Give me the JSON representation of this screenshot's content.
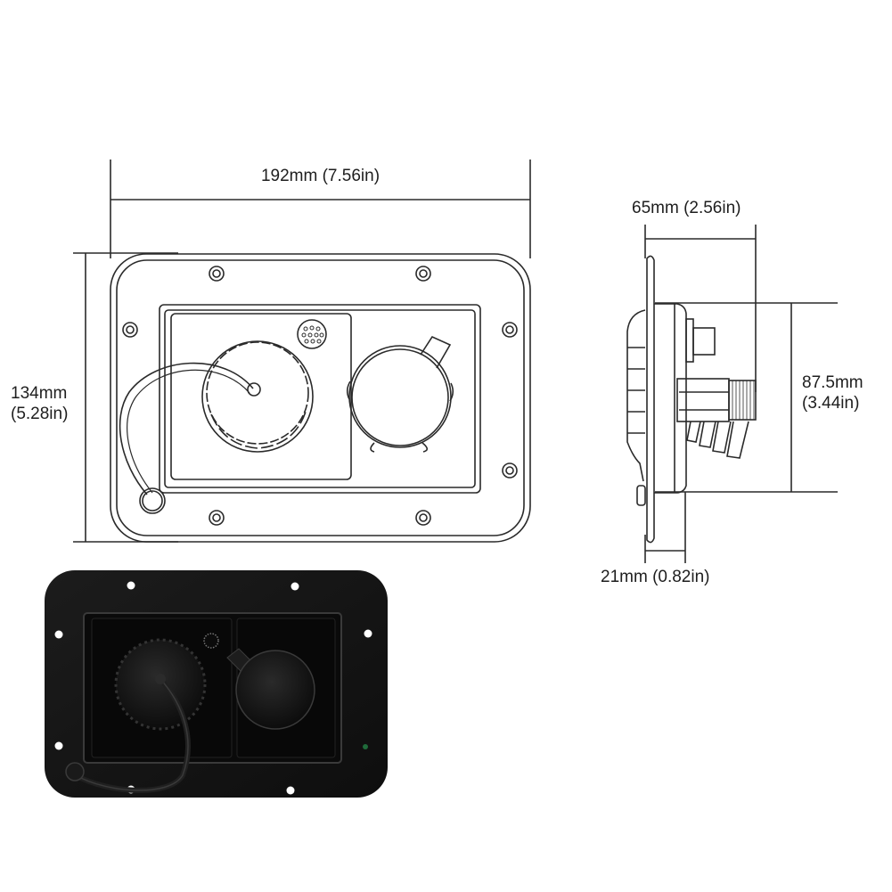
{
  "diagram": {
    "subject": "Flush-mount water inlet hatch with capped fill port and threaded inlet",
    "views": [
      {
        "name": "front-view",
        "style": "line-drawing"
      },
      {
        "name": "side-view",
        "style": "line-drawing"
      },
      {
        "name": "product-photo",
        "style": "black-plastic-photo"
      }
    ]
  },
  "dimensions": {
    "width": {
      "mm": "192mm",
      "in": "(7.56in)",
      "text": "192mm (7.56in)"
    },
    "height": {
      "mm": "134mm",
      "in": "(5.28in)"
    },
    "depth": {
      "mm": "65mm",
      "in": "(2.56in)",
      "text": "65mm (2.56in)"
    },
    "inner_height": {
      "mm": "87.5mm",
      "in": "(3.44in)"
    },
    "flange_depth": {
      "mm": "21mm",
      "in": "(0.82in)",
      "text": "21mm (0.82in)"
    }
  },
  "colors": {
    "line": "#2a2a2a",
    "photo_body": "#141414",
    "photo_panel": "#0b0b0b",
    "indicator_dot": "#1f6b3a",
    "background": "#ffffff"
  }
}
